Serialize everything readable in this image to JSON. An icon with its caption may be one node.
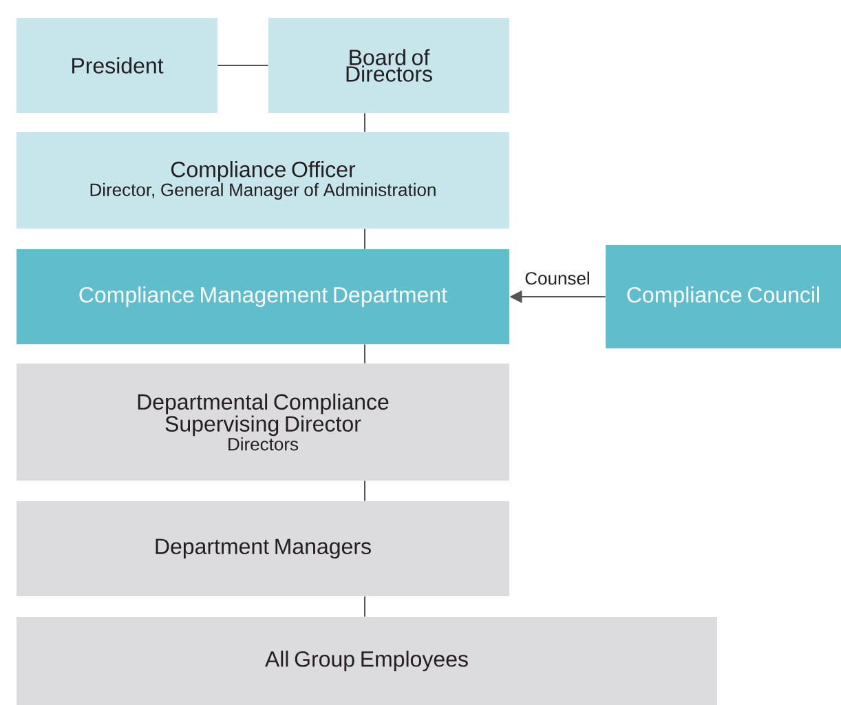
{
  "diagram": {
    "nodes": [
      {
        "text": [
          "President"
        ]
      },
      {
        "text": [
          "Board of Directors"
        ]
      },
      {
        "text": [
          "Compliance Officer",
          "Director, General Manager of Administration"
        ]
      },
      {
        "text": [
          "Compliance Management Department"
        ]
      },
      {
        "text": [
          "Compliance Council"
        ]
      },
      {
        "text": [
          "Departmental Compliance Supervising Director",
          "Directors"
        ]
      },
      {
        "text": [
          "Department Managers"
        ]
      },
      {
        "text": [
          "All Group Employees"
        ]
      }
    ],
    "edges": [
      {
        "from": 0,
        "to": 1,
        "arrow": "none"
      },
      {
        "from": 1,
        "to": 2,
        "arrow": "none"
      },
      {
        "from": 2,
        "to": 3,
        "arrow": "none"
      },
      {
        "from": 4,
        "to": 3,
        "arrow": "to",
        "label": "Counsel"
      },
      {
        "from": 3,
        "to": 5,
        "arrow": "none"
      },
      {
        "from": 5,
        "to": 6,
        "arrow": "none"
      },
      {
        "from": 6,
        "to": 7,
        "arrow": "none"
      }
    ]
  }
}
